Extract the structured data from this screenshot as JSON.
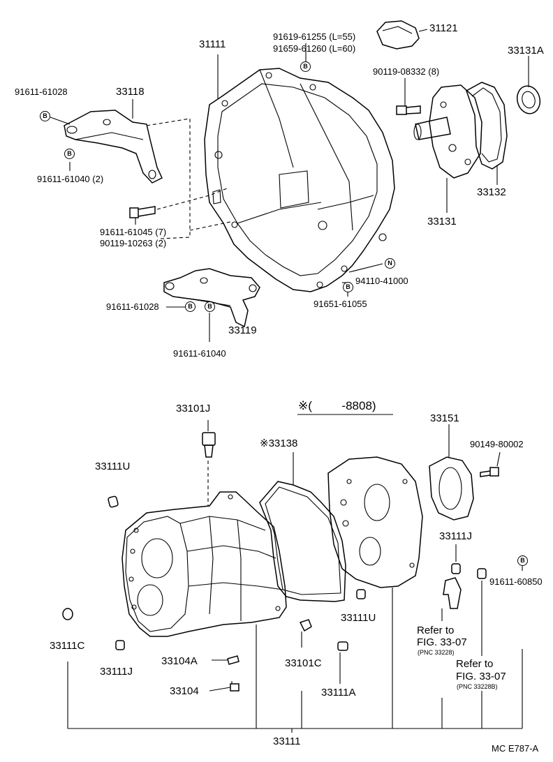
{
  "badges": {
    "bolt": "B",
    "nut": "N"
  },
  "labels": {
    "p31111": "31111",
    "p31121": "31121",
    "p33131A": "33131A",
    "p91619": "91619-61255 (L=55)",
    "p91659": "91659-61260 (L=60)",
    "p90119a": "90119-08332 (8)",
    "p91611_61028_top": "91611-61028",
    "p33118": "33118",
    "p91611_61040_top": "91611-61040 (2)",
    "p91611_61045": "91611-61045 (7)",
    "p90119_10263": "90119-10263 (2)",
    "p33132": "33132",
    "p33131": "33131",
    "p94110": "94110-41000",
    "p91651": "91651-61055",
    "p91611_61028_bot": "91611-61028",
    "p33119": "33119",
    "p91611_61040_bot": "91611-61040",
    "p33101J": "33101J",
    "note_range": "※(         -8808)",
    "p33151": "33151",
    "p33138": "※33138",
    "p90149": "90149-80002",
    "p33111U_top": "33111U",
    "p33111J_right": "33111J",
    "p33111U_bot": "33111U",
    "p91611_60850": "91611-60850",
    "p33111C": "33111C",
    "p33111J_left": "33111J",
    "p33104A": "33104A",
    "p33101C": "33101C",
    "p33104": "33104",
    "p33111A": "33111A",
    "refer1_a": "Refer to",
    "refer1_b": "FIG. 33-07",
    "refer1_c": "(PNC 33228)",
    "refer2_a": "Refer to",
    "refer2_b": "FIG. 33-07",
    "refer2_c": "(PNC 33228B)",
    "p33111_bottom": "33111",
    "code": "MC  E787-A"
  }
}
